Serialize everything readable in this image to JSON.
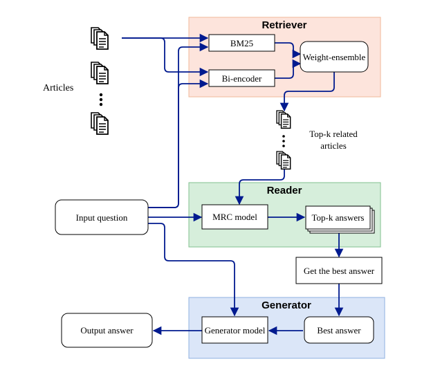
{
  "colors": {
    "retriever_fill": "#fde4dc",
    "retriever_stroke": "#f0b89a",
    "reader_fill": "#d6eedb",
    "reader_stroke": "#82c08f",
    "generator_fill": "#dbe6f8",
    "generator_stroke": "#8fb0e0",
    "arrow": "#001a8f",
    "box_stroke": "#000000"
  },
  "sections": {
    "retriever": "Retriever",
    "reader": "Reader",
    "generator": "Generator"
  },
  "nodes": {
    "bm25": "BM25",
    "bi_encoder": "Bi-encoder",
    "weight_ensemble": "Weight-ensemble",
    "input_question": "Input question",
    "mrc_model": "MRC model",
    "topk_answers": "Top-k answers",
    "get_best_answer": "Get the best answer",
    "best_answer": "Best answer",
    "generator_model": "Generator model",
    "output_answer": "Output answer"
  },
  "labels": {
    "articles": "Articles",
    "topk_related_line1": "Top-k related",
    "topk_related_line2": "articles"
  },
  "icons": {
    "document": "document-stack-icon",
    "ellipsis": "vertical-ellipsis-icon"
  }
}
